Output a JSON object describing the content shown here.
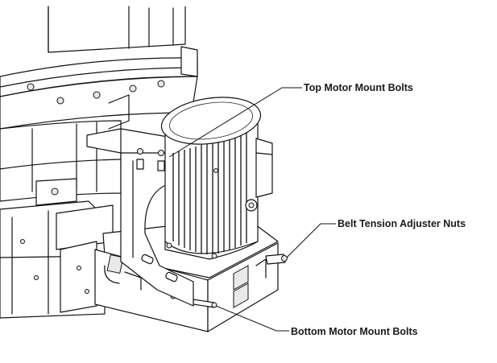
{
  "callouts": {
    "top_motor_mount_bolts": "Top Motor Mount Bolts",
    "belt_tension_adjuster_nuts": "Belt Tension Adjuster Nuts",
    "bottom_motor_mount_bolts": "Bottom Motor Mount Bolts"
  }
}
